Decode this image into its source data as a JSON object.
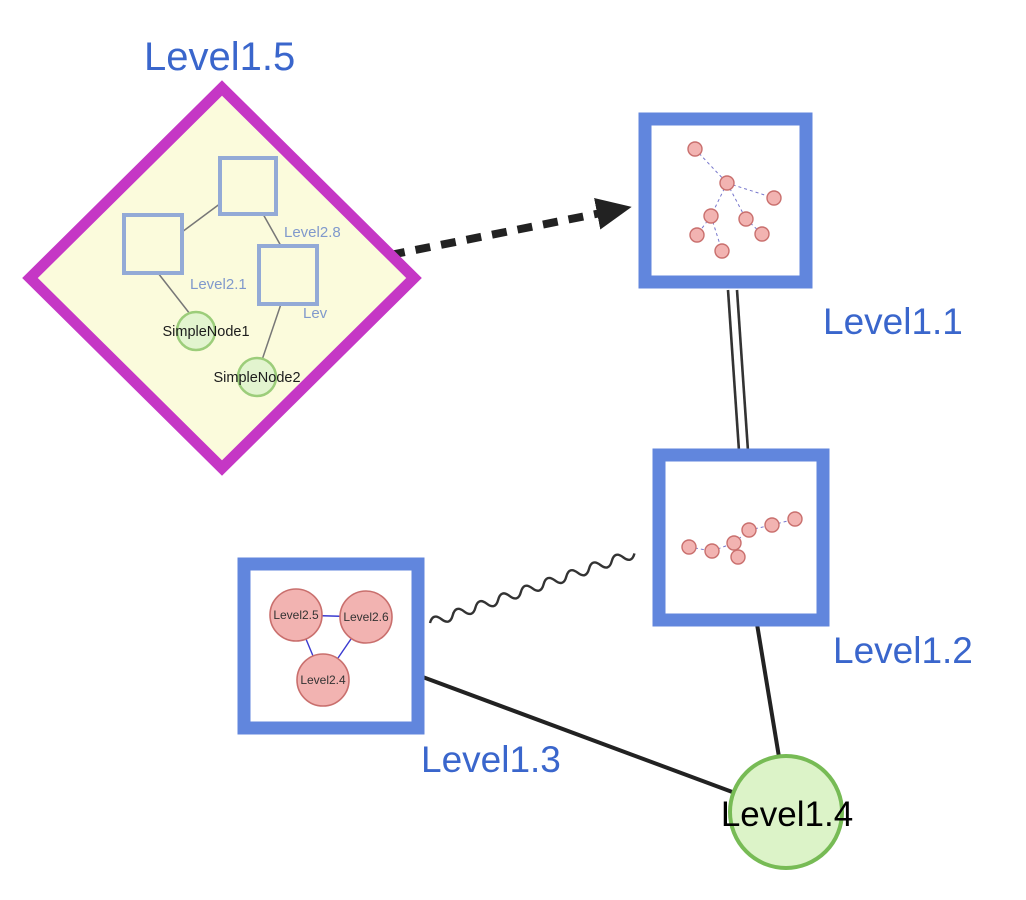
{
  "diagram": {
    "group": {
      "label": "Level1.5",
      "squares": [
        {
          "label": "Level2.8"
        },
        {
          "label": "Level2.1"
        },
        {
          "label": "Lev"
        }
      ],
      "simple_nodes": [
        {
          "label": "SimpleNode1"
        },
        {
          "label": "SimpleNode2"
        }
      ]
    },
    "nodes": [
      {
        "label": "Level1.1"
      },
      {
        "label": "Level1.2"
      },
      {
        "label": "Level1.3",
        "children": [
          {
            "label": "Level2.5"
          },
          {
            "label": "Level2.6"
          },
          {
            "label": "Level2.4"
          }
        ]
      },
      {
        "label": "Level1.4"
      }
    ],
    "edges": [
      {
        "from": "Level1.5",
        "to": "Level1.1",
        "style": "dashed-arrow"
      },
      {
        "from": "Level1.1",
        "to": "Level1.2",
        "style": "double-line"
      },
      {
        "from": "Level1.3",
        "to": "Level1.2",
        "style": "wavy"
      },
      {
        "from": "Level1.3",
        "to": "Level1.4",
        "style": "solid"
      },
      {
        "from": "Level1.2",
        "to": "Level1.4",
        "style": "solid"
      }
    ],
    "colors": {
      "group_border": "#c537c5",
      "group_fill": "#fbfbdc",
      "node_border": "#6186dd",
      "node_fill": "#ffffff",
      "label_blue": "#3a66cc",
      "green_fill": "#dcf3c8",
      "green_border": "#77bb55",
      "pink_fill": "#f2b3b1",
      "pink_border": "#c96f6d",
      "edge_color": "#222222"
    }
  }
}
